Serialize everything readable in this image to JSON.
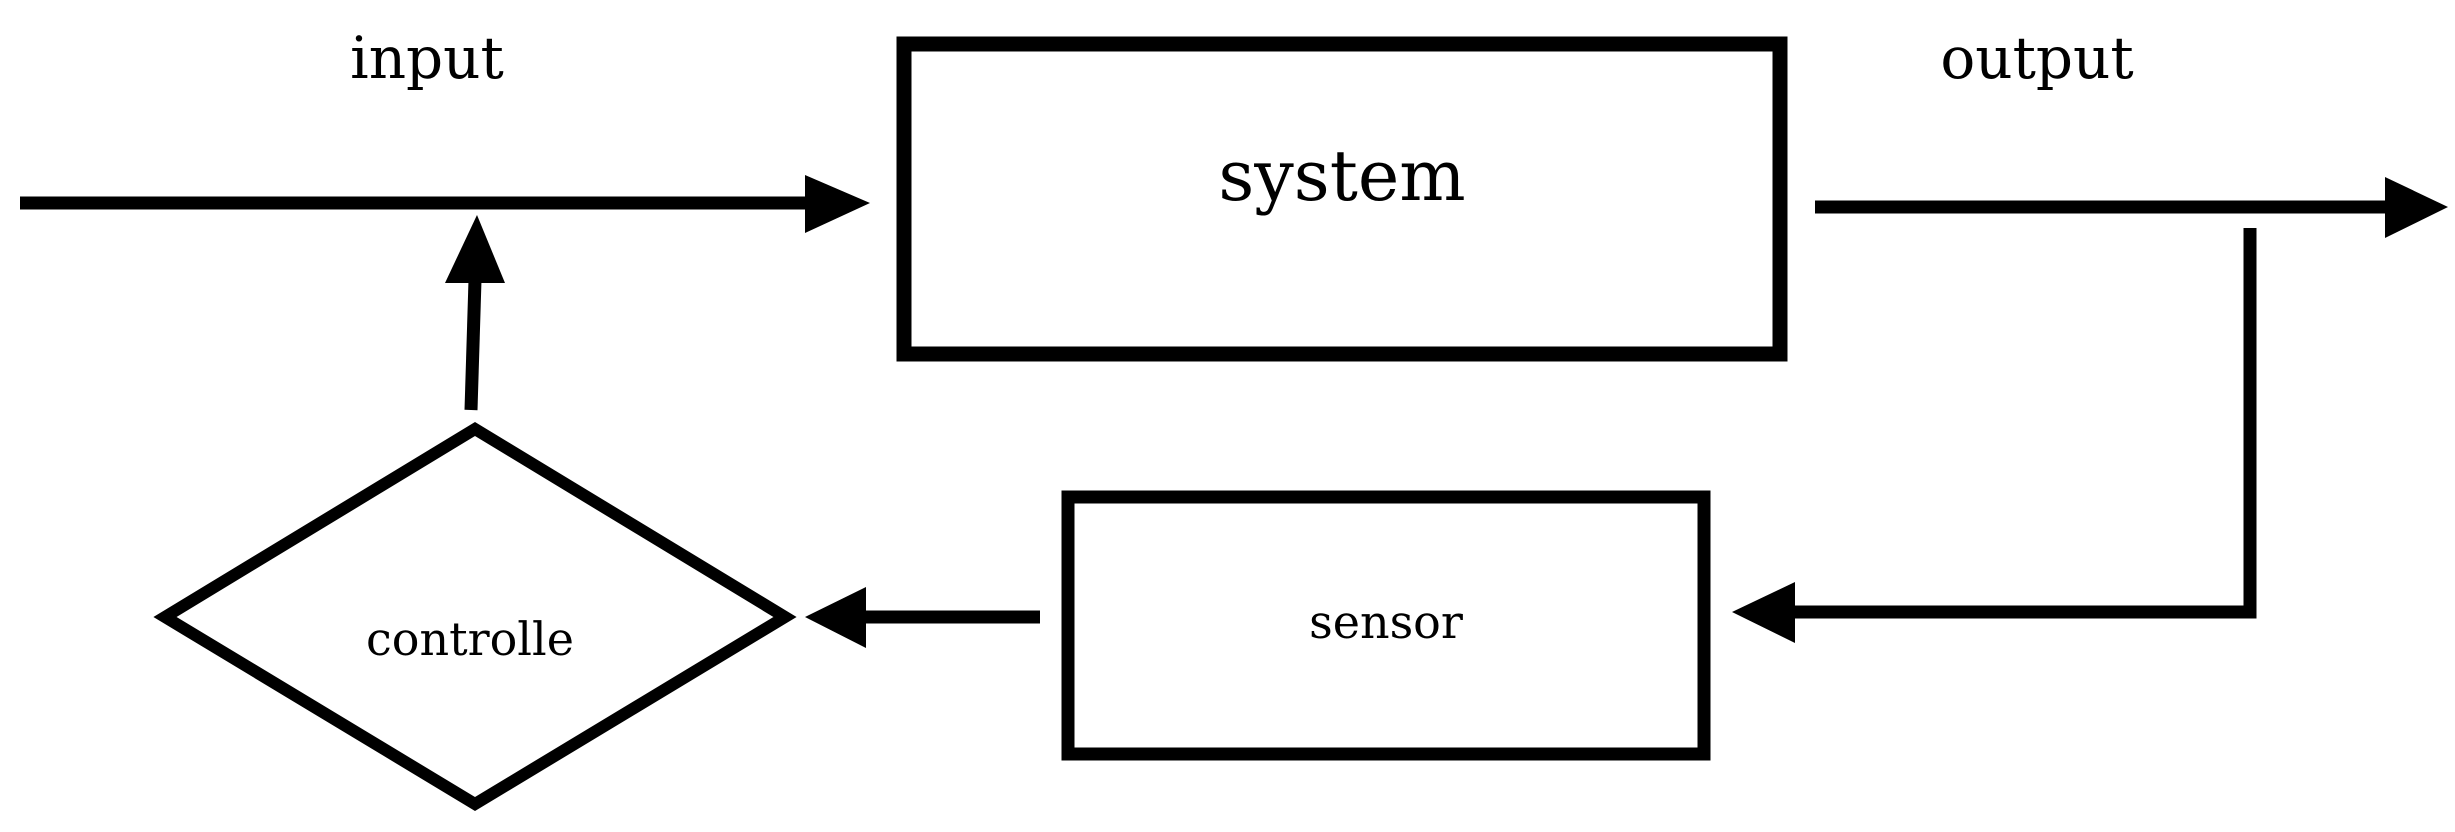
{
  "diagram": {
    "labels": {
      "input": "input",
      "output": "output",
      "system": "system",
      "sensor": "sensor",
      "controller": "controlle"
    },
    "colors": {
      "line": "#000000",
      "background": "#ffffff"
    }
  }
}
